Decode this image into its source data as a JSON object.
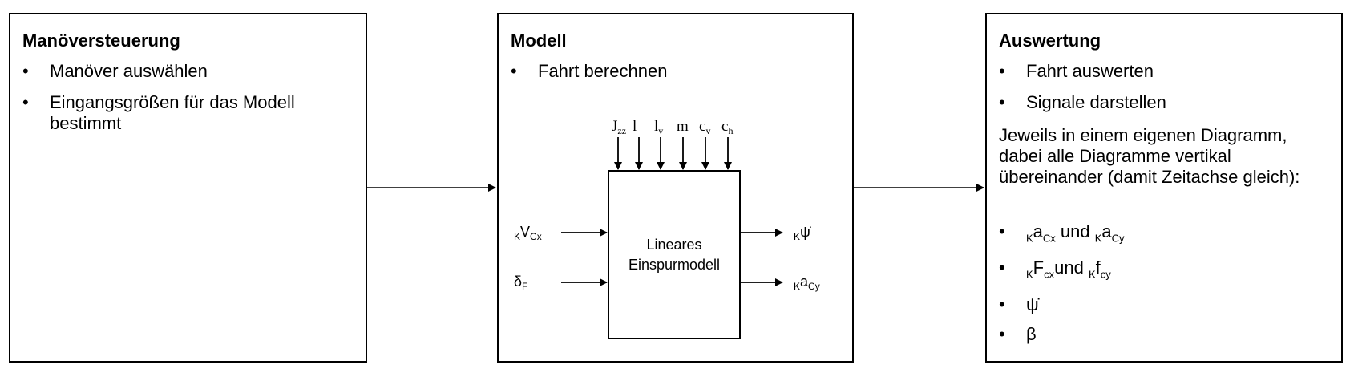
{
  "panels": {
    "manoever": {
      "title": "Manöversteuerung",
      "items": [
        "Manöver auswählen",
        "Eingangsgrößen für das Modell bestimmt"
      ]
    },
    "modell": {
      "title": "Modell",
      "items": [
        "Fahrt berechnen"
      ],
      "block": {
        "label_line1": "Lineares",
        "label_line2": "Einspurmodell",
        "parameters": [
          {
            "base": "J",
            "sub": "zz"
          },
          {
            "base": "l",
            "sub": ""
          },
          {
            "base": "l",
            "sub": "v"
          },
          {
            "base": "m",
            "sub": ""
          },
          {
            "base": "c",
            "sub": "v"
          },
          {
            "base": "c",
            "sub": "h"
          }
        ],
        "inputs": [
          {
            "pre": "K",
            "base": "V",
            "sub": "Cx"
          },
          {
            "pre": "",
            "base": "δ",
            "sub": "F"
          }
        ],
        "outputs": [
          {
            "pre": "K",
            "base": "ψ̇",
            "sub": ""
          },
          {
            "pre": "K",
            "base": "a",
            "sub": "Cy"
          }
        ]
      }
    },
    "auswertung": {
      "title": "Auswertung",
      "items": [
        "Fahrt auswerten",
        "Signale darstellen"
      ],
      "paragraph": "Jeweils in einem eigenen Diagramm, dabei alle Diagramme vertikal übereinander (damit Zeitachse gleich):",
      "signals": [
        {
          "a_pre": "K",
          "a_base": "a",
          "a_sub": "Cx",
          "join": " und ",
          "b_pre": "K",
          "b_base": "a",
          "b_sub": "Cy"
        },
        {
          "a_pre": "K",
          "a_base": "F",
          "a_sub": "cx",
          "join": "und ",
          "b_pre": "K",
          "b_base": "f",
          "b_sub": "cy"
        },
        {
          "a_pre": "",
          "a_base": "ψ̇",
          "a_sub": "",
          "join": "",
          "b_pre": "",
          "b_base": "",
          "b_sub": ""
        },
        {
          "a_pre": "",
          "a_base": "β",
          "a_sub": "",
          "join": "",
          "b_pre": "",
          "b_base": "",
          "b_sub": ""
        }
      ]
    }
  }
}
